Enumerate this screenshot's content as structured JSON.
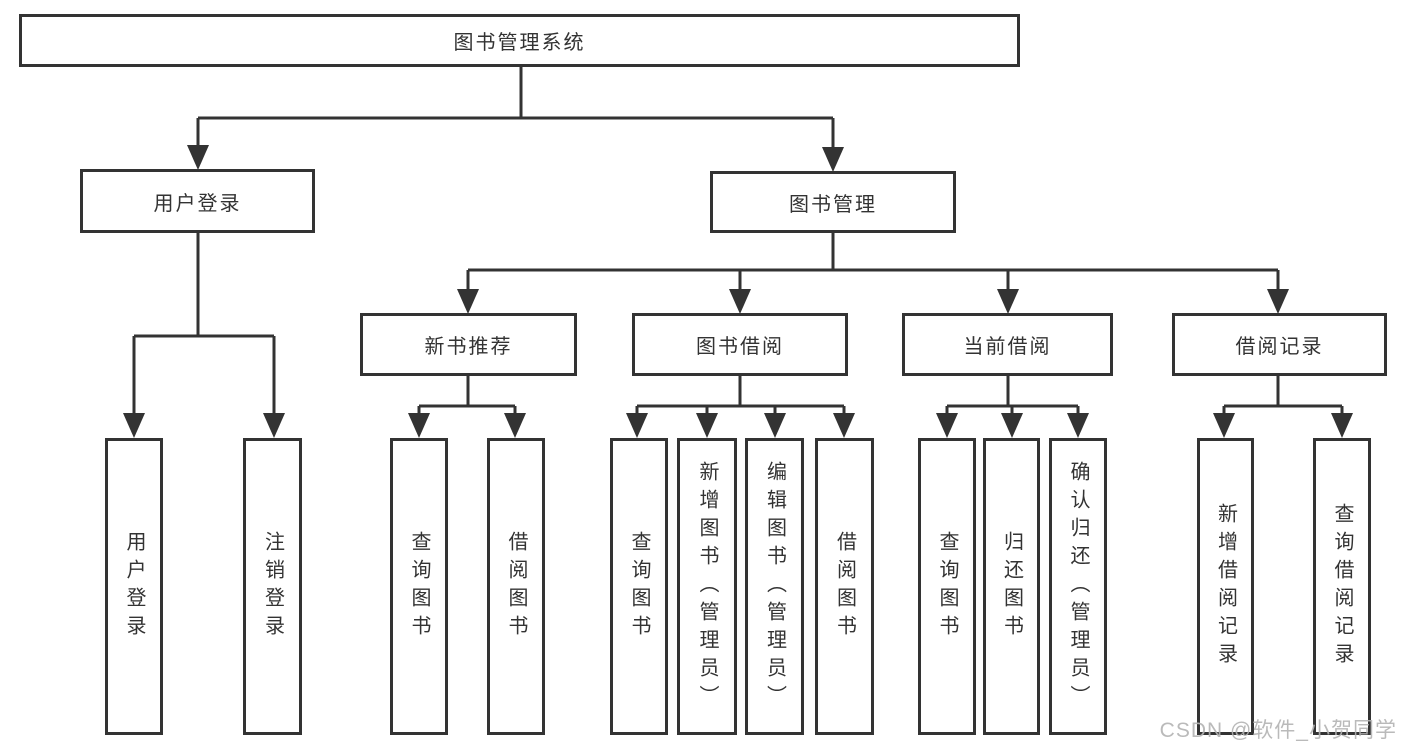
{
  "diagram": {
    "root": {
      "label": "图书管理系统"
    },
    "branches": [
      {
        "label": "用户登录",
        "children": [
          {
            "label": "用户登录"
          },
          {
            "label": "注销登录"
          }
        ]
      },
      {
        "label": "图书管理",
        "children": [
          {
            "label": "新书推荐",
            "children": [
              {
                "label": "查询图书"
              },
              {
                "label": "借阅图书"
              }
            ]
          },
          {
            "label": "图书借阅",
            "children": [
              {
                "label": "查询图书"
              },
              {
                "label": "新增图书（管理员）"
              },
              {
                "label": "编辑图书（管理员）"
              },
              {
                "label": "借阅图书"
              }
            ]
          },
          {
            "label": "当前借阅",
            "children": [
              {
                "label": "查询图书"
              },
              {
                "label": "归还图书"
              },
              {
                "label": "确认归还（管理员）"
              }
            ]
          },
          {
            "label": "借阅记录",
            "children": [
              {
                "label": "新增借阅记录"
              },
              {
                "label": "查询借阅记录"
              }
            ]
          }
        ]
      }
    ]
  },
  "watermark": {
    "text": "CSDN @软件_小贺同学"
  },
  "colors": {
    "line": "#333333",
    "text": "#333333",
    "background": "#ffffff",
    "watermark": "#b2b2b2"
  }
}
